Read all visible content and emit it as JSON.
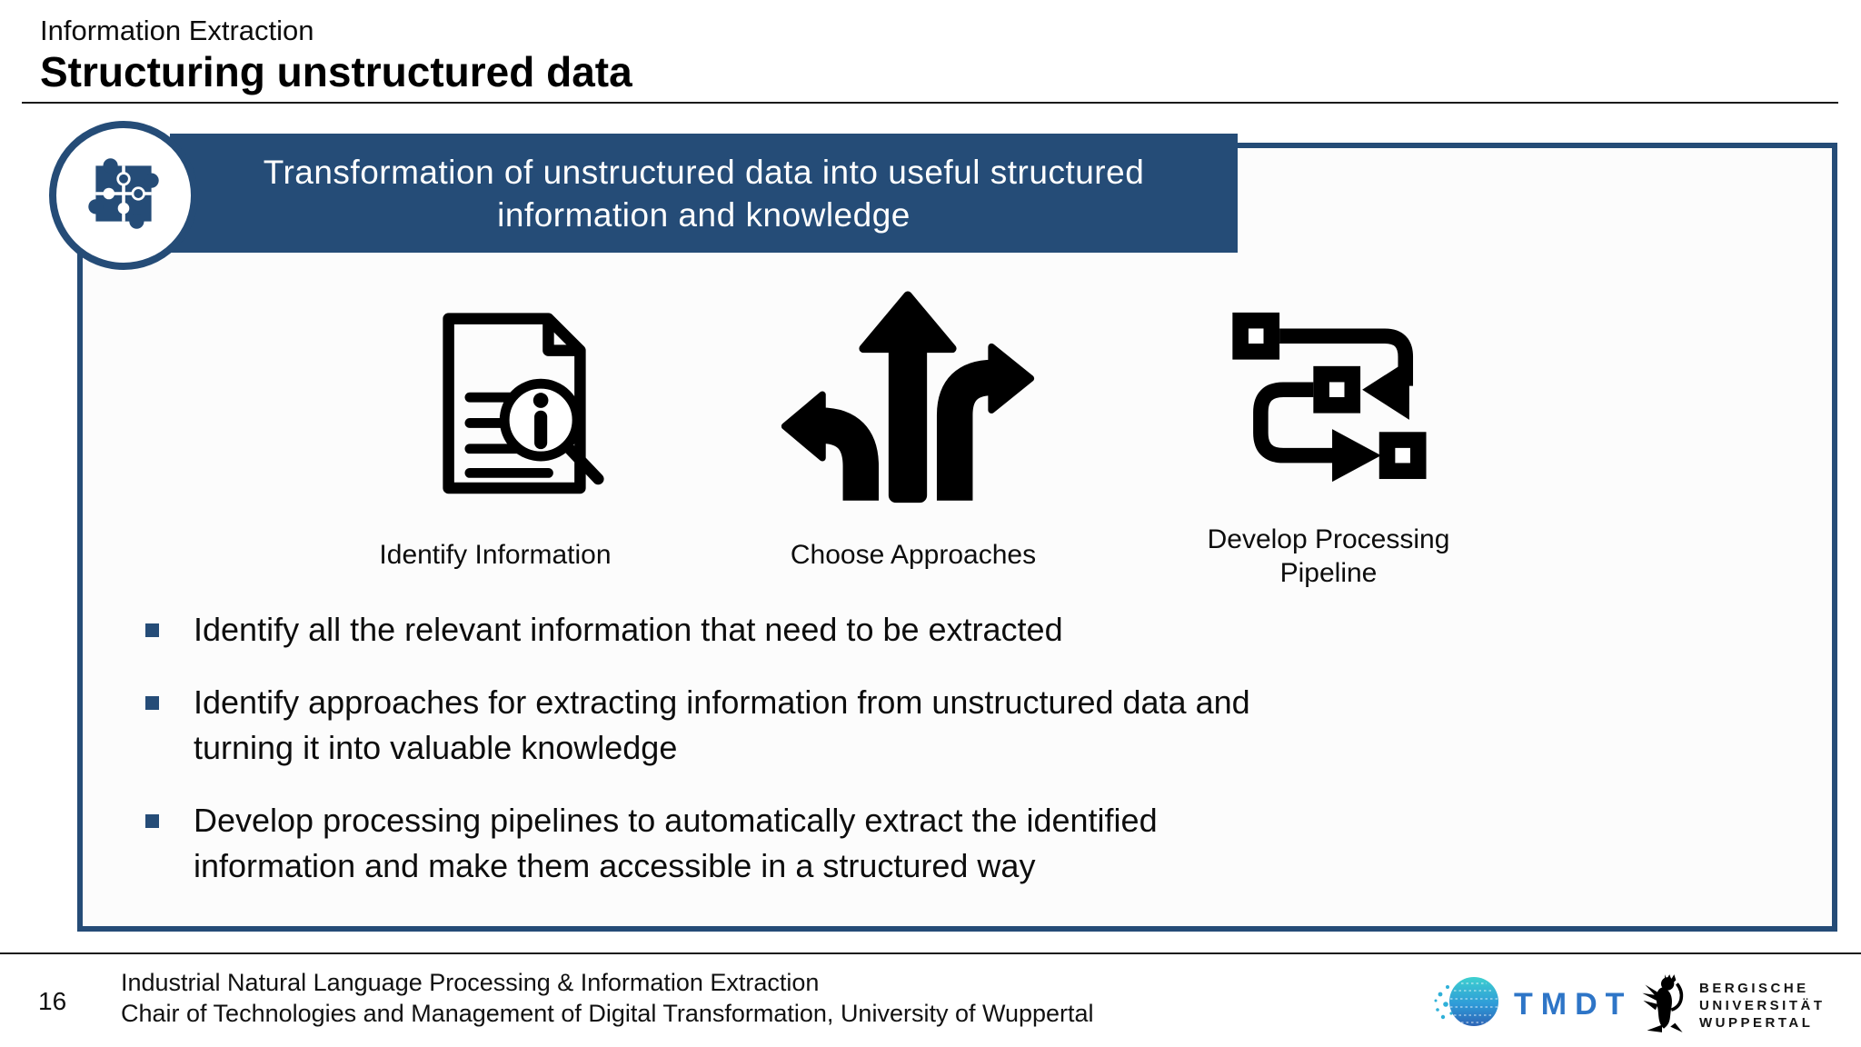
{
  "header": {
    "kicker": "Information Extraction",
    "title": "Structuring unstructured data"
  },
  "banner": {
    "line1": "Transformation of unstructured data into useful structured",
    "line2": "information and knowledge"
  },
  "steps": [
    {
      "icon": "document-info-magnifier-icon",
      "label_lines": [
        "Identify Information"
      ]
    },
    {
      "icon": "direction-arrows-icon",
      "label_lines": [
        "Choose Approaches"
      ]
    },
    {
      "icon": "process-pipeline-icon",
      "label_lines": [
        "Develop Processing",
        "Pipeline"
      ]
    }
  ],
  "bullets": [
    {
      "lines": [
        "Identify all the relevant information that need to be extracted"
      ]
    },
    {
      "lines": [
        "Identify approaches for extracting information from unstructured data and",
        "turning it into valuable knowledge"
      ]
    },
    {
      "lines": [
        "Develop processing pipelines to automatically extract the identified",
        "information and make them accessible in a structured way"
      ]
    }
  ],
  "footer": {
    "page_number": "16",
    "line1": "Industrial Natural Language Processing & Information Extraction",
    "line2": "Chair of Technologies and Management of Digital Transformation, University of Wuppertal"
  },
  "logos": {
    "tmdt_text": "TMDT",
    "university_line1": "BERGISCHE",
    "university_line2": "UNIVERSITÄT",
    "university_line3": "WUPPERTAL"
  },
  "colors": {
    "accent_blue": "#254C77",
    "tmdt_blue": "#2E75C7",
    "icon_black": "#000000"
  }
}
